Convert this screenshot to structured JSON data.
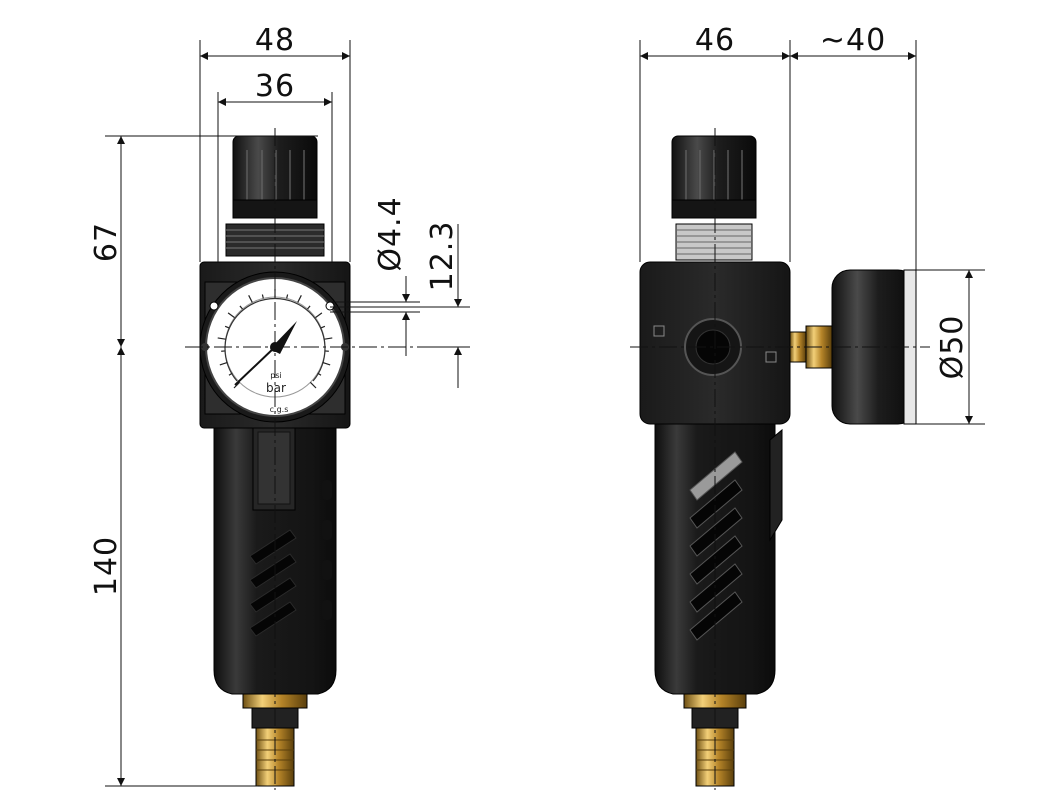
{
  "dimensions": {
    "front_width_outer": "48",
    "front_width_inner": "36",
    "height_upper": "67",
    "height_lower": "140",
    "hole_diameter": "Ø4.4",
    "hole_offset": "12.3",
    "side_width": "46",
    "gauge_depth": "~40",
    "gauge_diameter": "Ø50"
  },
  "gauge": {
    "unit_small": "psi",
    "unit": "bar",
    "maker_mark": "c.g.s"
  },
  "colors": {
    "body": "#1c1c1c",
    "body_highlight": "#5a5a5a",
    "brass": "#c99a3a",
    "line": "#111111"
  }
}
